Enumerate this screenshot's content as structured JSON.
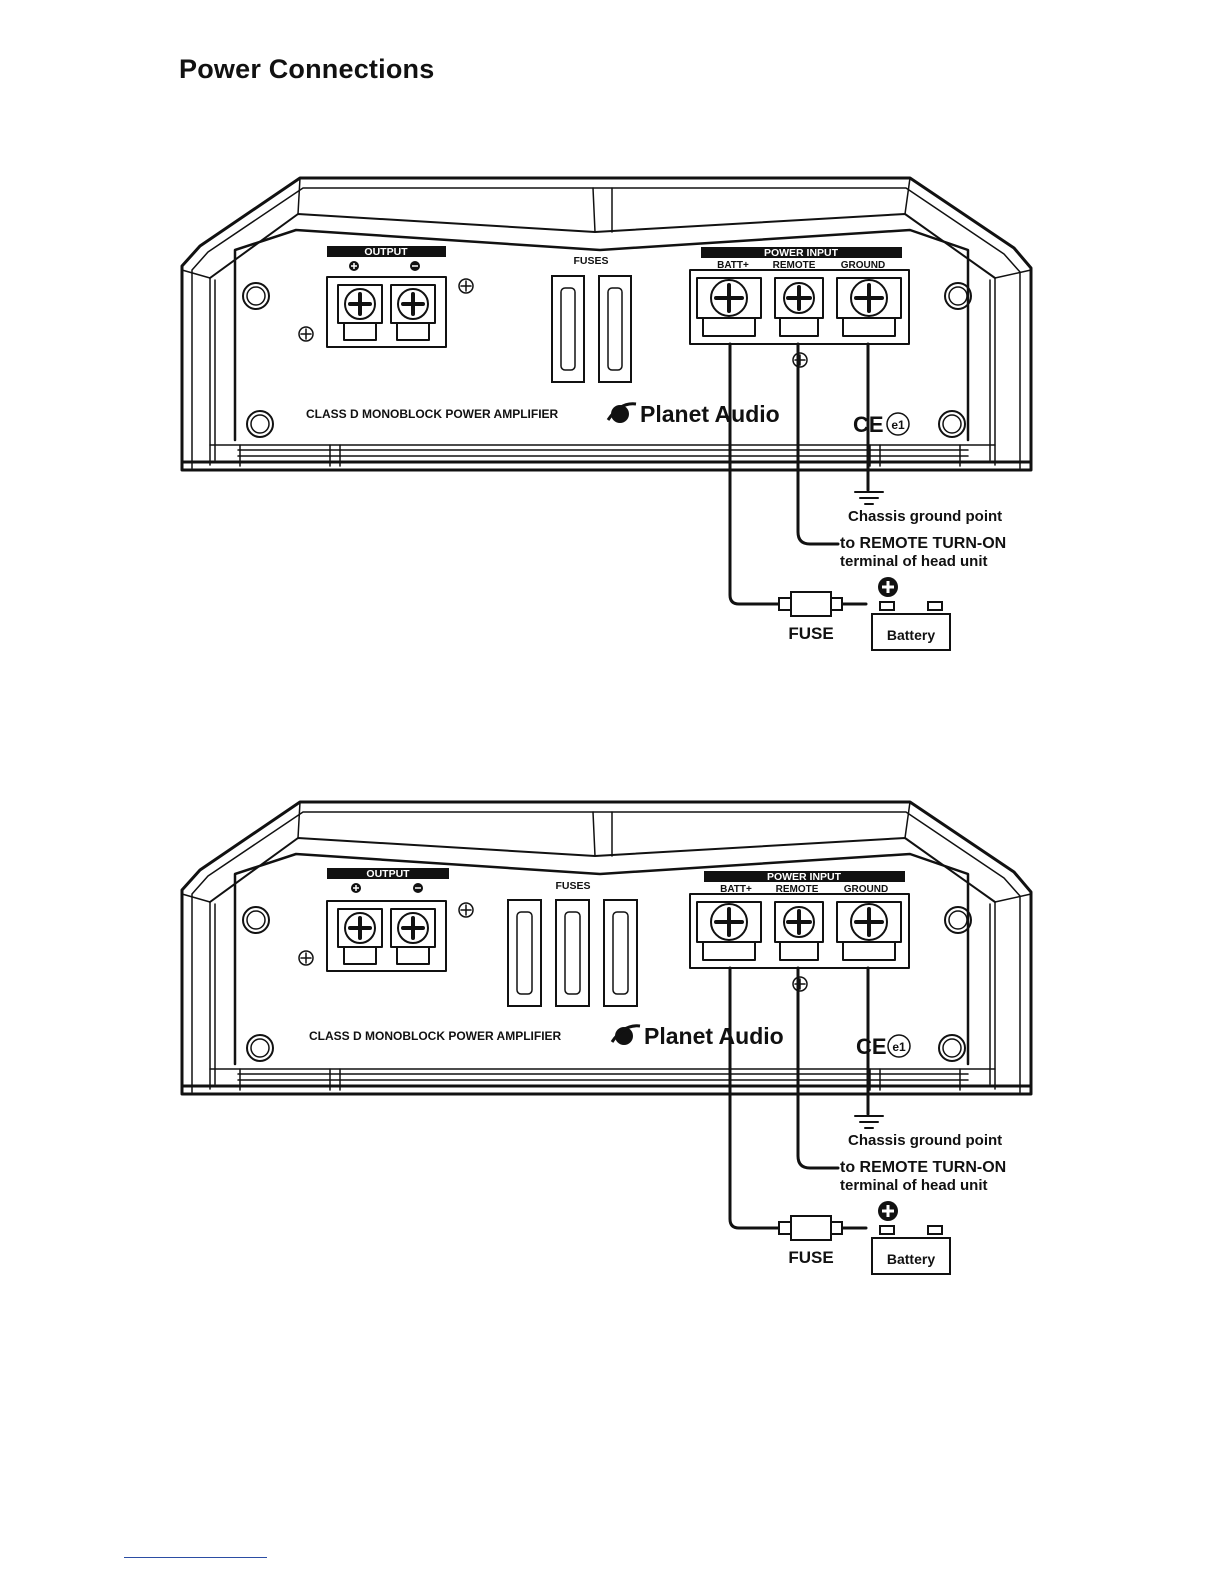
{
  "page": {
    "title": "Power Connections"
  },
  "diagrams": [
    {
      "output_label": "OUTPUT",
      "fuses_label": "FUSES",
      "fuse_count": 2,
      "power_input_label": "POWER INPUT",
      "terminal_labels": [
        "BATT+",
        "REMOTE",
        "GROUND"
      ],
      "model_text": "CLASS D MONOBLOCK POWER AMPLIFIER",
      "brand": "Planet Audio",
      "cert_ce": "CE",
      "cert_e": "e1",
      "ground_text": "Chassis ground point",
      "remote_text_1": "to REMOTE TURN-ON",
      "remote_text_2": "terminal of head unit",
      "fuse_text": "FUSE",
      "battery_text": "Battery"
    },
    {
      "output_label": "OUTPUT",
      "fuses_label": "FUSES",
      "fuse_count": 3,
      "power_input_label": "POWER INPUT",
      "terminal_labels": [
        "BATT+",
        "REMOTE",
        "GROUND"
      ],
      "model_text": "CLASS D MONOBLOCK POWER AMPLIFIER",
      "brand": "Planet Audio",
      "cert_ce": "CE",
      "cert_e": "e1",
      "ground_text": "Chassis ground point",
      "remote_text_1": "to REMOTE TURN-ON",
      "remote_text_2": "terminal of head unit",
      "fuse_text": "FUSE",
      "battery_text": "Battery"
    }
  ]
}
